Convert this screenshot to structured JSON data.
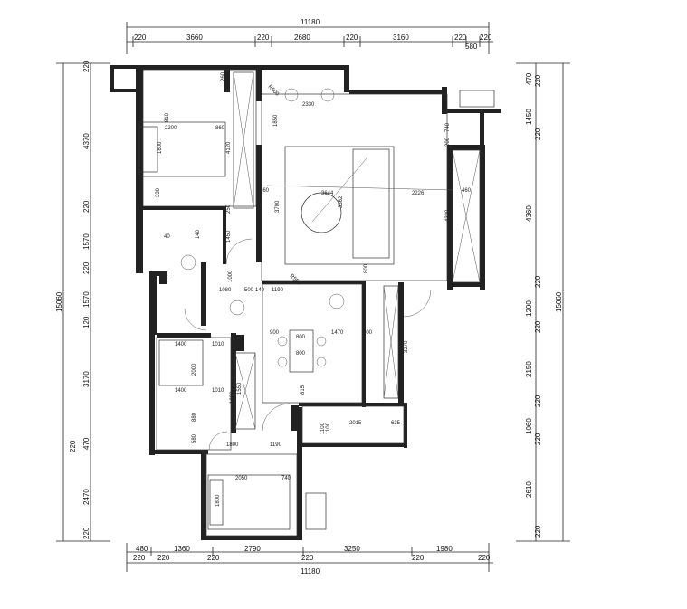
{
  "dims": {
    "top_total": "11180",
    "top_segments": [
      "220",
      "3660",
      "220",
      "2680",
      "220",
      "3160",
      "220",
      "220",
      "580"
    ],
    "bottom_total": "11180",
    "bottom_segments_row1": [
      "480",
      "1360",
      "2790",
      "3250",
      "1980"
    ],
    "bottom_segments_row2": [
      "220",
      "220",
      "220",
      "220",
      "220",
      "220"
    ],
    "left_total": "15060",
    "left_segments": [
      "220",
      "4370",
      "220",
      "1570",
      "220",
      "1570",
      "120",
      "3170",
      "220",
      "470",
      "2470",
      "220"
    ],
    "right_total": "15060",
    "right_segments": [
      "470",
      "220",
      "1450",
      "220",
      "4360",
      "220",
      "1200",
      "220",
      "2150",
      "220",
      "1060",
      "220",
      "2610",
      "220"
    ]
  },
  "labels": {
    "master_bed": [
      "2200",
      "1800",
      "260",
      "810",
      "860",
      "4120",
      "330",
      "250"
    ],
    "living": [
      "3644",
      "2226",
      "3362",
      "3700",
      "4320",
      "740",
      "200",
      "460",
      "800",
      "1850",
      "260",
      "2330"
    ],
    "hall": [
      "1080",
      "500",
      "140",
      "1190",
      "R500",
      "R550",
      "1000",
      "1450",
      "40",
      "140"
    ],
    "dining": [
      "900",
      "800",
      "1470",
      "600",
      "800",
      "3270",
      "1100",
      "815"
    ],
    "kitchen": [
      "2015",
      "635",
      "1100"
    ],
    "bed2": [
      "1400",
      "1010",
      "2000",
      "1400",
      "1010",
      "880",
      "580",
      "1880",
      "1550"
    ],
    "bed3": [
      "1800",
      "1190",
      "2050",
      "740",
      "1800"
    ]
  }
}
